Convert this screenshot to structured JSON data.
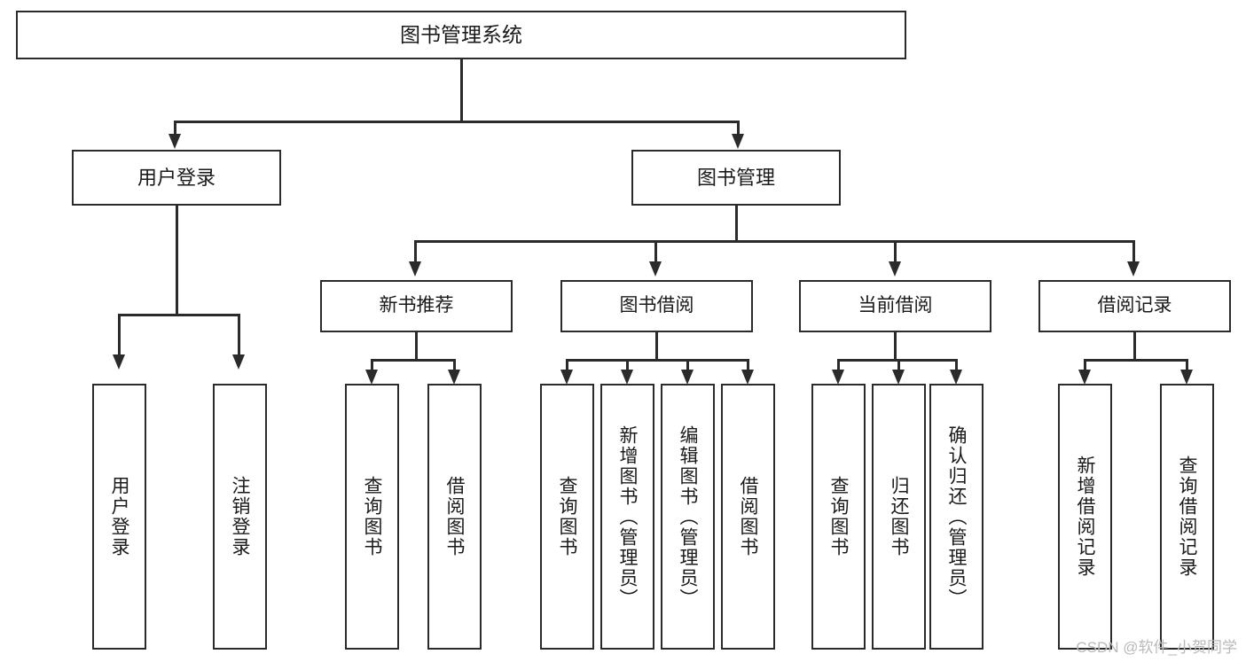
{
  "diagram": {
    "title": "图书管理系统",
    "type": "tree",
    "watermark": "CSDN @软件_小贺同学",
    "root": {
      "label": "图书管理系统"
    },
    "level1": [
      {
        "label": "用户登录"
      },
      {
        "label": "图书管理"
      }
    ],
    "user_login_children": [
      {
        "label": "用户登录"
      },
      {
        "label": "注销登录"
      }
    ],
    "level2": [
      {
        "label": "新书推荐"
      },
      {
        "label": "图书借阅"
      },
      {
        "label": "当前借阅"
      },
      {
        "label": "借阅记录"
      }
    ],
    "new_book_children": [
      {
        "label": "查询图书"
      },
      {
        "label": "借阅图书"
      }
    ],
    "borrow_children": [
      {
        "label": "查询图书"
      },
      {
        "label": "新增图书（管理员）"
      },
      {
        "label": "编辑图书（管理员）"
      },
      {
        "label": "借阅图书"
      }
    ],
    "current_borrow_children": [
      {
        "label": "查询图书"
      },
      {
        "label": "归还图书"
      },
      {
        "label": "确认归还（管理员）"
      }
    ],
    "record_children": [
      {
        "label": "新增借阅记录"
      },
      {
        "label": "查询借阅记录"
      }
    ],
    "colors": {
      "line": "#2b2b2b",
      "box_fill": "#ffffff",
      "text": "#1a1a1a",
      "watermark": "#b9b9b9"
    }
  }
}
